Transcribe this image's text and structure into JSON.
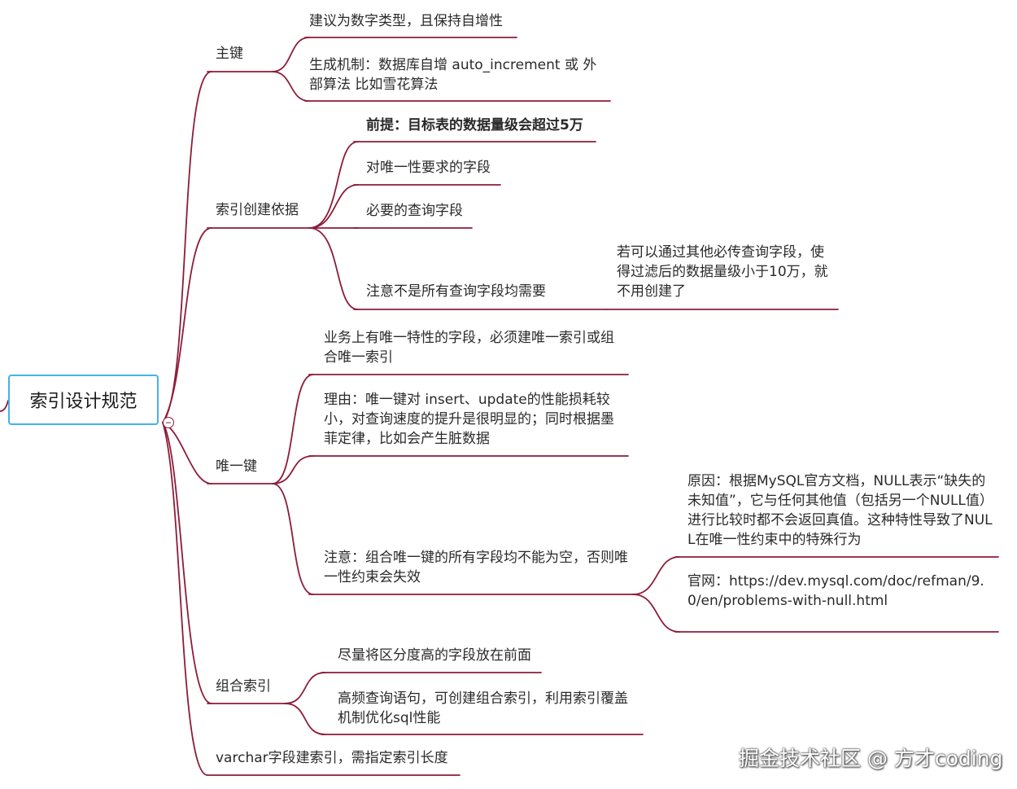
{
  "root": {
    "label": "索引设计规范",
    "collapse_symbol": "−"
  },
  "branches": {
    "primary_key": {
      "label": "主键",
      "items": [
        "建议为数字类型，且保持自增性",
        "生成机制：数据库自增 auto_increment 或 外部算法 比如雪花算法"
      ]
    },
    "index_basis": {
      "label": "索引创建依据",
      "items": [
        "前提：目标表的数据量级会超过5万",
        "对唯一性要求的字段",
        "必要的查询字段",
        "注意不是所有查询字段均需要"
      ],
      "note_child": "若可以通过其他必传查询字段，使得过滤后的数据量级小于10万，就不用创建了"
    },
    "unique_key": {
      "label": "唯一键",
      "items": [
        "业务上有唯一特性的字段，必须建唯一索引或组合唯一索引",
        "理由：唯一键对 insert、update的性能损耗较小，对查询速度的提升是很明显的；同时根据墨菲定律，比如会产生脏数据",
        "注意：组合唯一键的所有字段均不能为空，否则唯一性约束会失效"
      ],
      "note_children": [
        "原因：根据MySQL官方文档，NULL表示“缺失的未知值”，它与任何其他值（包括另一个NULL值）进行比较时都不会返回真值。这种特性导致了NULL在唯一性约束中的特殊行为",
        "官网：https://dev.mysql.com/doc/refman/9.0/en/problems-with-null.html"
      ]
    },
    "composite_index": {
      "label": "组合索引",
      "items": [
        "尽量将区分度高的字段放在前面",
        "高频查询语句，可创建组合索引，利用索引覆盖机制优化sql性能"
      ]
    },
    "varchar": {
      "label": "varchar字段建索引，需指定索引长度"
    }
  },
  "watermark": "掘金技术社区 @ 方才coding",
  "colors": {
    "line": "#8d1c3a",
    "root_border": "#44b3ea"
  }
}
